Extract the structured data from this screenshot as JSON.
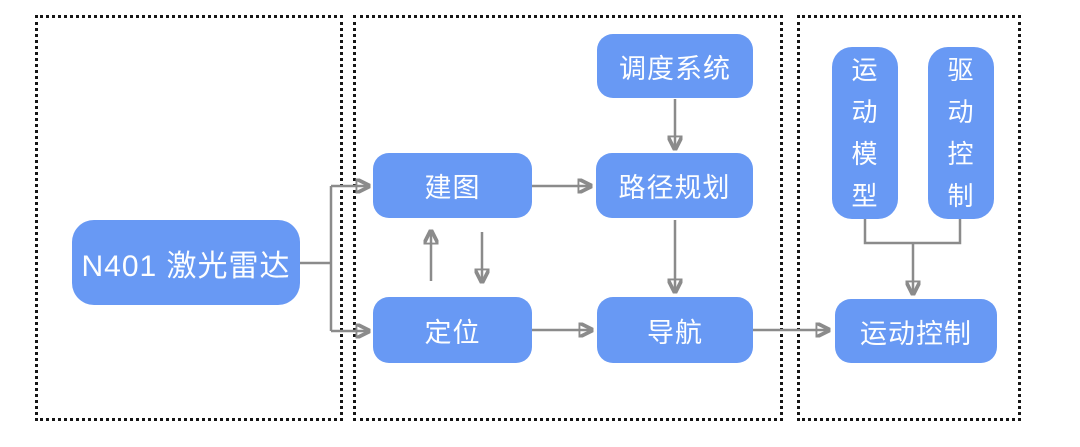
{
  "diagram": {
    "title": "AGV lidar navigation architecture flowchart",
    "colors": {
      "node_fill": "#6899F4",
      "node_text": "#FDFEFF",
      "connector": "#8B8B8B",
      "panel_border": "#161616",
      "background": "#FFFFFF"
    },
    "nodes": {
      "lidar": {
        "label": "N401 激光雷达"
      },
      "dispatch": {
        "label": "调度系统"
      },
      "mapping": {
        "label": "建图"
      },
      "path_planning": {
        "label": "路径规划"
      },
      "localization": {
        "label": "定位"
      },
      "navigation": {
        "label": "导航"
      },
      "motion_model": {
        "label": "运\n动\n模\n型"
      },
      "drive_control": {
        "label": "驱\n动\n控\n制"
      },
      "motion_control": {
        "label": "运动控制"
      }
    },
    "edges": [
      {
        "from": "N401 激光雷达",
        "to": "建图"
      },
      {
        "from": "N401 激光雷达",
        "to": "定位"
      },
      {
        "from": "调度系统",
        "to": "路径规划"
      },
      {
        "from": "建图",
        "to": "路径规划"
      },
      {
        "from": "定位",
        "to": "建图"
      },
      {
        "from": "建图",
        "to": "定位"
      },
      {
        "from": "路径规划",
        "to": "导航"
      },
      {
        "from": "定位",
        "to": "导航"
      },
      {
        "from": "导航",
        "to": "运动控制"
      },
      {
        "from": "运动模型",
        "to": "运动控制"
      },
      {
        "from": "驱动控制",
        "to": "运动控制"
      }
    ]
  }
}
